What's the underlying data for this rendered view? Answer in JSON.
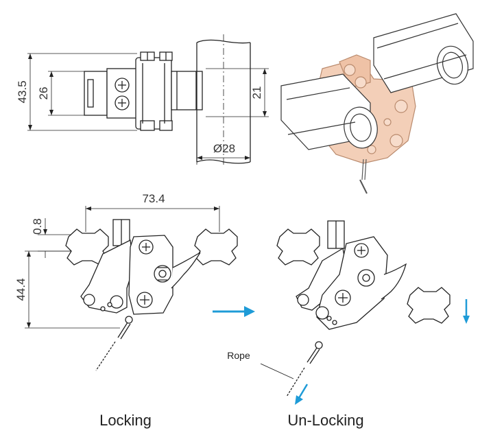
{
  "dimensions": {
    "overall_height": "43.5",
    "inner_height": "26",
    "tube_gap": "21",
    "tube_diameter": "Ø28",
    "span": "73.4",
    "offset": "0.8",
    "lock_height": "44.4"
  },
  "labels": {
    "rope": "Rope",
    "locking": "Locking",
    "unlocking": "Un-Locking"
  },
  "colors": {
    "line": "#222222",
    "arrow": "#1e9bd7",
    "bracket": "#f3cfb8",
    "bracket_edge": "#b98a6d"
  }
}
